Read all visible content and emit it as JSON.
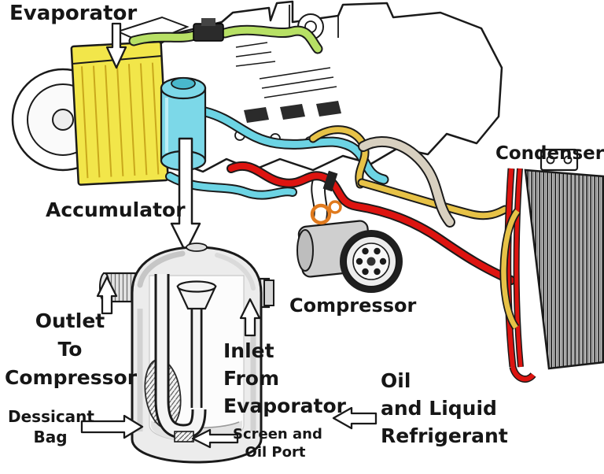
{
  "labels": {
    "evaporator": "Evaporator",
    "condenser": "Condenser",
    "accumulator": "Accumulator",
    "compressor": "Compressor",
    "outlet": {
      "line1": "Outlet",
      "line2": "To",
      "line3": "Compressor"
    },
    "inlet": {
      "line1": "Inlet",
      "line2": "From",
      "line3": "Evaporator"
    },
    "dessicant": {
      "line1": "Dessicant",
      "line2": "Bag"
    },
    "screen": {
      "line1": "Screen and",
      "line2": "Oil Port"
    },
    "oil": {
      "line1": "Oil",
      "line2": "and Liquid",
      "line3": "Refrigerant"
    }
  },
  "colors": {
    "background": "#ffffff",
    "line": "#1a1a1a",
    "evaporator": "#f2e64a",
    "accumulator": "#7cd8e8",
    "hose_green": "#b7e065",
    "hose_cyan": "#6cd4e4",
    "hose_red": "#dd1410",
    "hose_yellow": "#e7c247",
    "hose_gray": "#d8d0c0",
    "condenser_red": "#dd1410",
    "cutaway_body": "#ececec"
  }
}
